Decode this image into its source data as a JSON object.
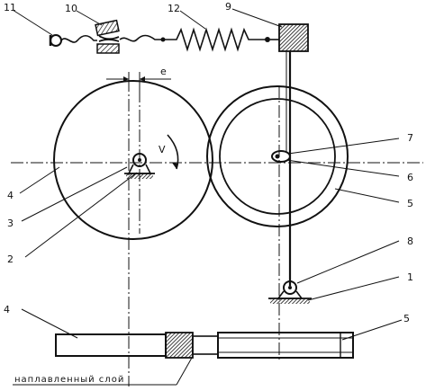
{
  "labels": {
    "n1": "1",
    "n2": "2",
    "n3": "3",
    "n4_top": "4",
    "n4_bottom": "4",
    "n5_top": "5",
    "n5_bottom": "5",
    "n6": "6",
    "n7": "7",
    "n8": "8",
    "n9": "9",
    "n10": "10",
    "n11": "11",
    "n12": "12",
    "e": "e",
    "v": "V",
    "caption": "наплавленный слой"
  },
  "colors": {
    "ink": "#111111",
    "background": "#ffffff"
  }
}
